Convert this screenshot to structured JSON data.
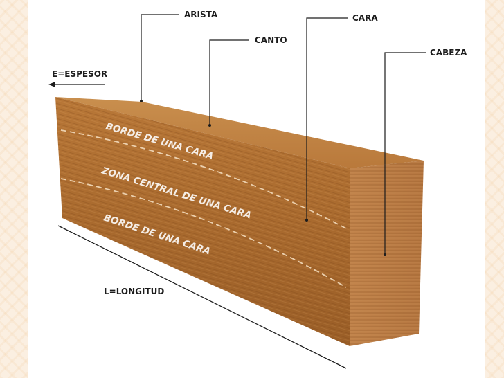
{
  "labels": {
    "arista": "ARISTA",
    "canto": "CANTO",
    "cara": "CARA",
    "cabeza": "CABEZA",
    "espesor": "E=ESPESOR",
    "longitud": "L=LONGITUD"
  },
  "face_labels": {
    "borde_top": "BORDE DE UNA CARA",
    "zona_central": "ZONA CENTRAL DE UNA CARA",
    "borde_bottom": "BORDE DE UNA CARA"
  }
}
